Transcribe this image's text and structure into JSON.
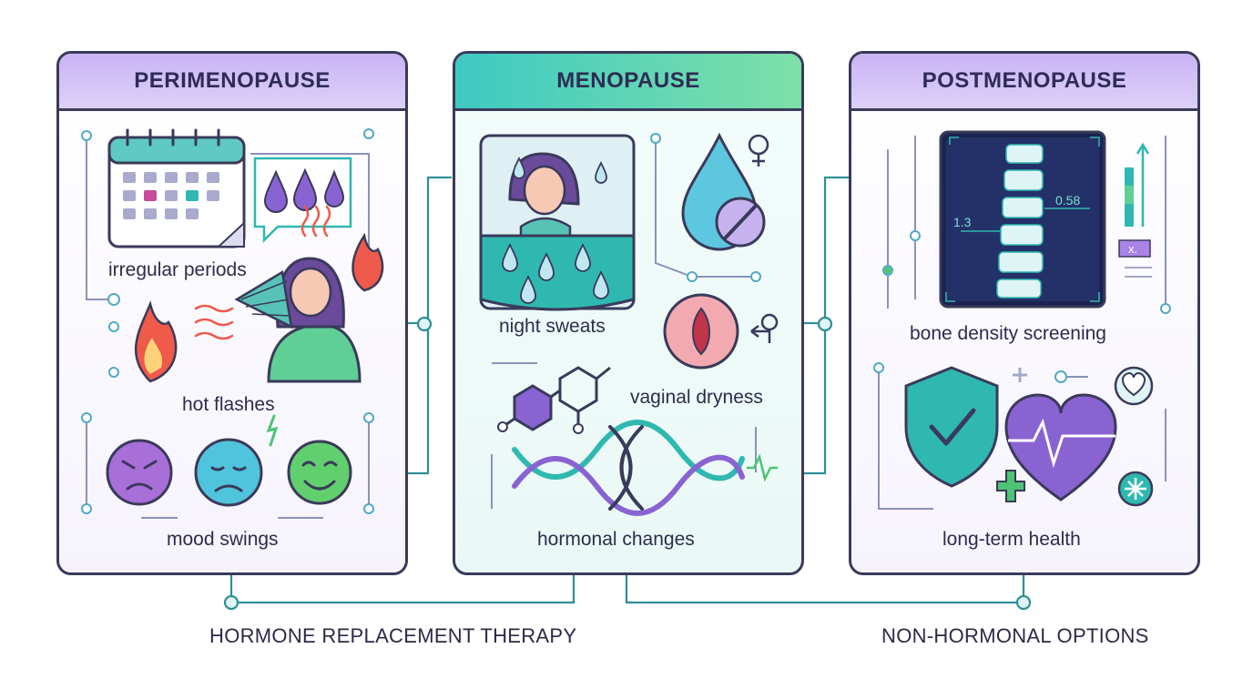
{
  "stages": [
    {
      "title": "PERIMENOPAUSE",
      "symptoms": [
        "irregular periods",
        "hot flashes",
        "mood swings"
      ]
    },
    {
      "title": "MENOPAUSE",
      "symptoms": [
        "night sweats",
        "vaginal dryness",
        "hormonal changes"
      ]
    },
    {
      "title": "POSTMENOPAUSE",
      "symptoms": [
        "bone density screening",
        "long-term health"
      ],
      "scan_readouts": [
        "1.3",
        "0.58",
        "x."
      ]
    }
  ],
  "treatments": [
    "HORMONE REPLACEMENT THERAPY",
    "NON-HORMONAL OPTIONS"
  ],
  "colors": {
    "purple": "#8a63d2",
    "teal": "#2fb8b0",
    "green": "#4cc474",
    "red": "#ef5a4a",
    "outline": "#3a3a5a"
  }
}
